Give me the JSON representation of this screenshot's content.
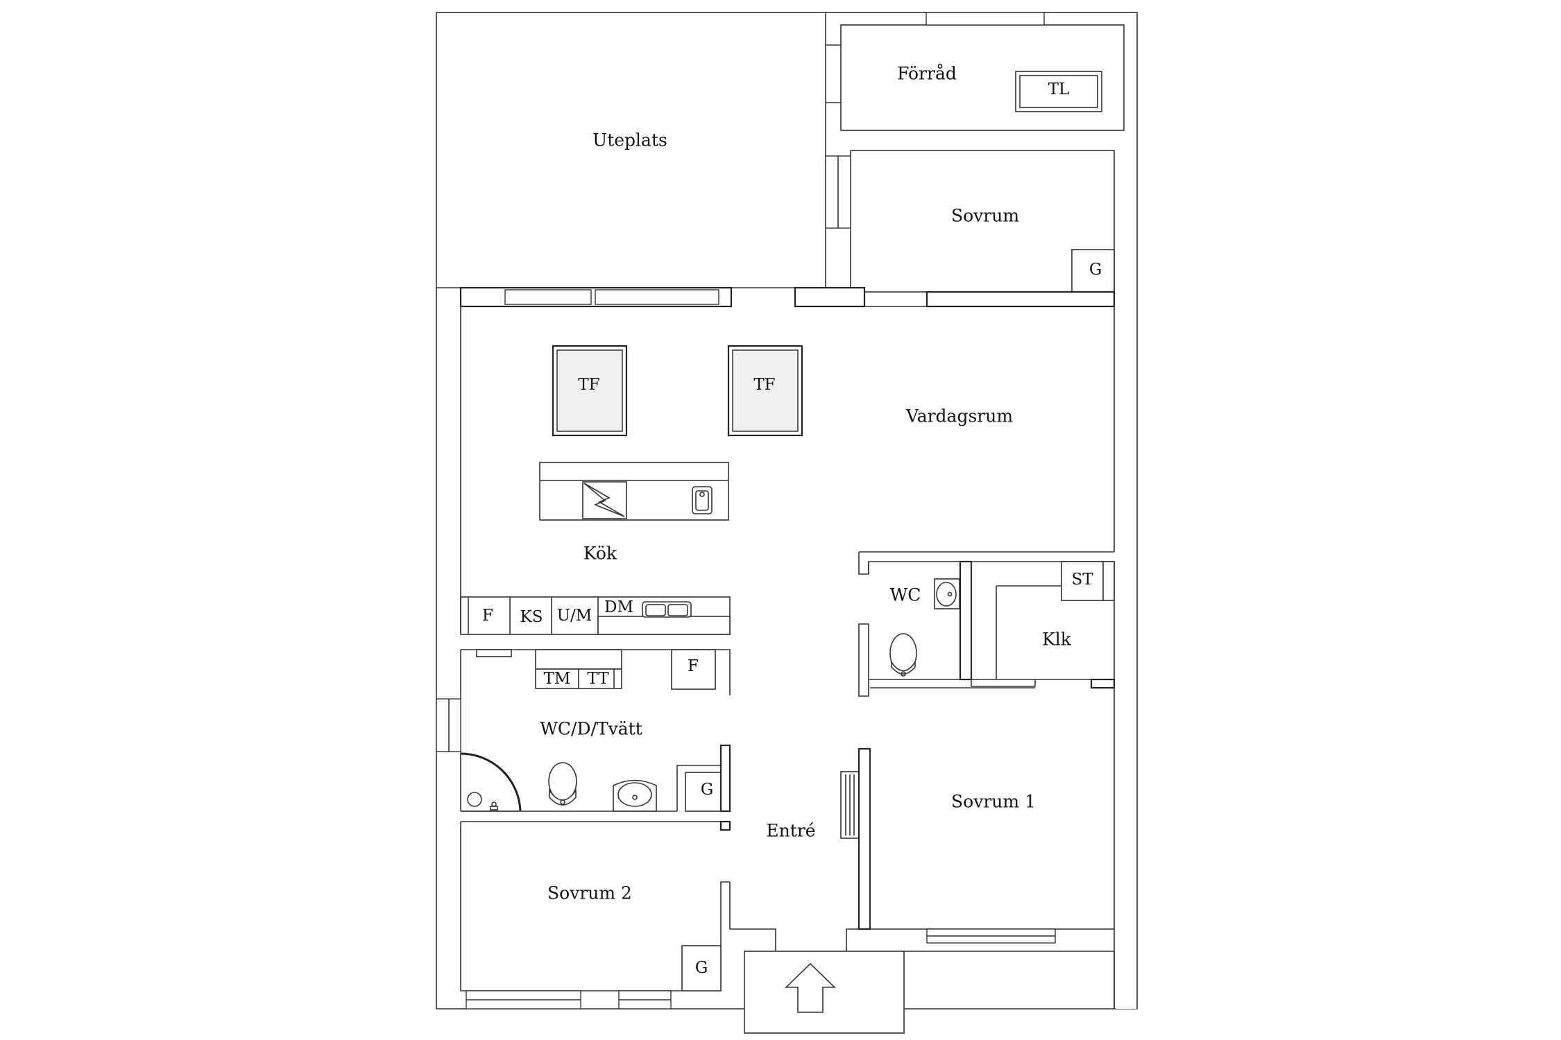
{
  "rooms": {
    "uteplats": "Uteplats",
    "forrad": "Förråd",
    "sovrum": "Sovrum",
    "vardagsrum": "Vardagsrum",
    "kok": "Kök",
    "wc": "WC",
    "klk": "Klk",
    "wc_d_tvatt": "WC/D/Tvätt",
    "entre": "Entré",
    "sovrum1": "Sovrum 1",
    "sovrum2": "Sovrum 2"
  },
  "fixtures": {
    "tl": "TL",
    "g_sovrum": "G",
    "tf_left": "TF",
    "tf_right": "TF",
    "st": "ST",
    "f_kitchen": "F",
    "ks": "KS",
    "um": "U/M",
    "dm": "DM",
    "tm": "TM",
    "tt": "TT",
    "f_laundry": "F",
    "g_entre": "G",
    "g_sovrum2": "G"
  },
  "icons": [
    "entrance-arrow-icon",
    "toilet-icon",
    "sink-icon",
    "shower-icon",
    "stove-icon",
    "radiator-icon"
  ]
}
